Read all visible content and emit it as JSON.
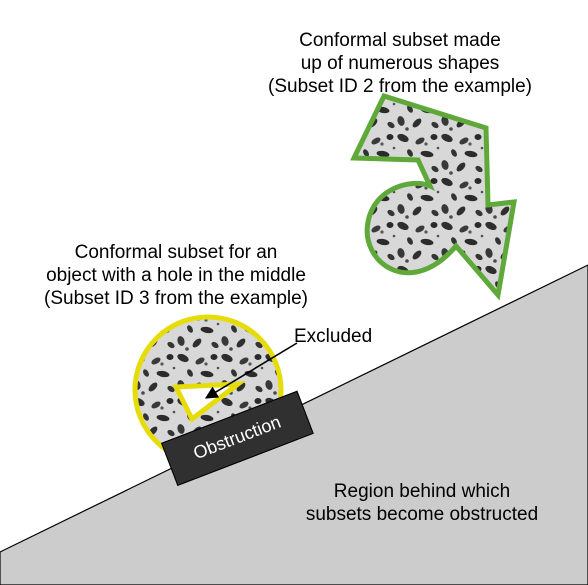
{
  "colors": {
    "obstructed_region": "#cccccc",
    "green_outline": "#5fa83a",
    "yellow_outline": "#e6dc0a",
    "obstruction_fill": "#303030"
  },
  "labels": {
    "green_subset": [
      "Conformal subset made",
      "up of numerous shapes",
      "(Subset ID 2 from the example)"
    ],
    "yellow_subset": [
      "Conformal subset for an",
      "object with a hole in the middle",
      "(Subset ID 3 from the example)"
    ],
    "excluded": "Excluded",
    "obstruction": "Obstruction",
    "region": [
      "Region behind which",
      "subsets become obstructed"
    ]
  }
}
